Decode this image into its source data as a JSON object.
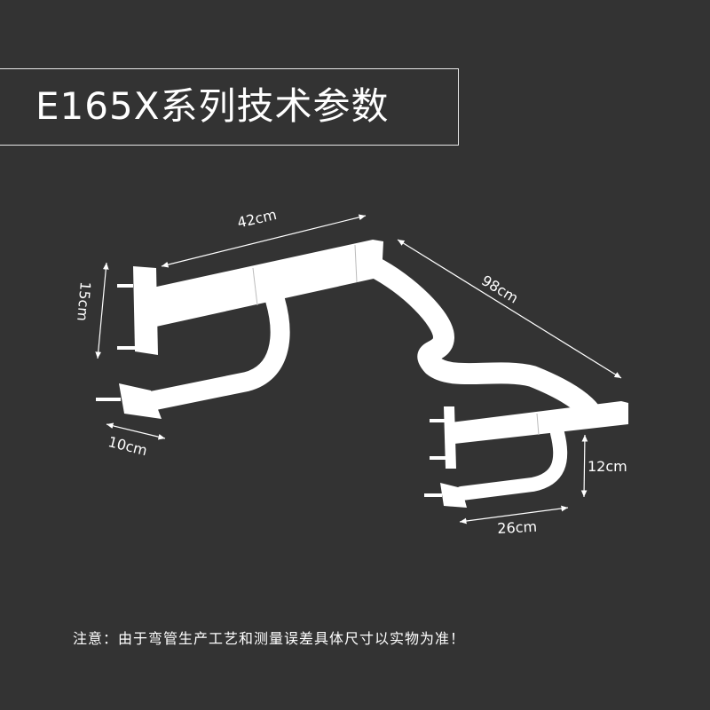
{
  "title": "E165X系列技术参数",
  "dimensions": {
    "d42": "42cm",
    "d98": "98cm",
    "d15": "15cm",
    "d10": "10cm",
    "d12": "12cm",
    "d26": "26cm"
  },
  "note": "注意：由于弯管生产工艺和测量误差具体尺寸以实物为准！",
  "colors": {
    "background": "#333333",
    "foreground": "#ffffff"
  },
  "icons": {
    "product": "curtain-rod-bracket-diagram"
  }
}
